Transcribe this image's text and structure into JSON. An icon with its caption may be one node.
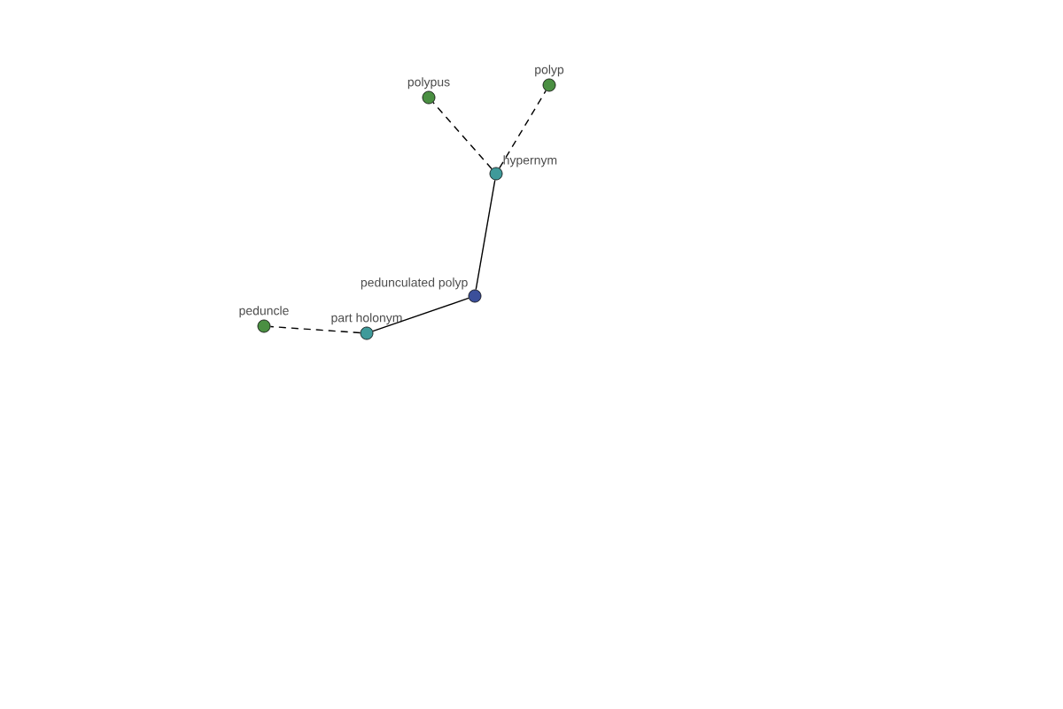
{
  "diagram": {
    "nodes": [
      {
        "text": [
          "pedunculated polyp"
        ]
      },
      {
        "text": [
          "hypernym"
        ]
      },
      {
        "text": [
          "polypus"
        ]
      },
      {
        "text": [
          "polyp"
        ]
      },
      {
        "text": [
          "part holonym"
        ]
      },
      {
        "text": [
          "peduncle"
        ]
      }
    ],
    "edges": [
      {
        "from": 0,
        "to": 1,
        "arrow": "none"
      },
      {
        "from": 1,
        "to": 2,
        "arrow": "none",
        "style": "dashed"
      },
      {
        "from": 1,
        "to": 3,
        "arrow": "none",
        "style": "dashed"
      },
      {
        "from": 0,
        "to": 4,
        "arrow": "none"
      },
      {
        "from": 4,
        "to": 5,
        "arrow": "none",
        "style": "dashed"
      }
    ]
  }
}
